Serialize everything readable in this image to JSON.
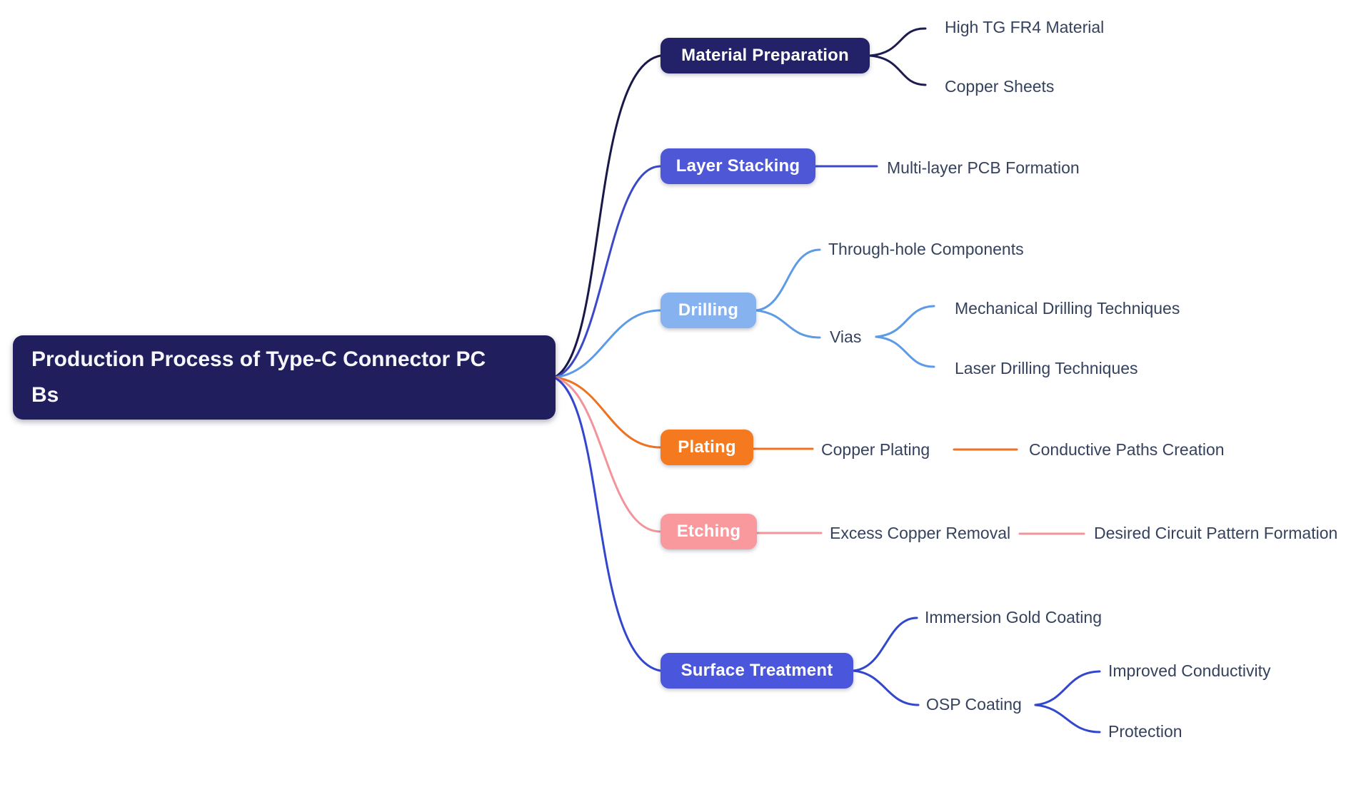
{
  "mindmap": {
    "root": {
      "line1": "Production Process of Type-C Connector PC",
      "line2": "Bs",
      "color": "#211e5e"
    },
    "branches": [
      {
        "label": "Material Preparation",
        "node_color": "#232268",
        "line_color": "#1d1c52",
        "children": [
          {
            "label": "High TG FR4 Material"
          },
          {
            "label": "Copper Sheets"
          }
        ]
      },
      {
        "label": "Layer Stacking",
        "node_color": "#4e58d6",
        "line_color": "#3b49c6",
        "children": [
          {
            "label": "Multi-layer PCB Formation"
          }
        ]
      },
      {
        "label": "Drilling",
        "node_color": "#87b2f0",
        "line_color": "#5d9be6",
        "children": [
          {
            "label": "Through-hole Components"
          },
          {
            "label": "Vias",
            "children": [
              {
                "label": "Mechanical Drilling Techniques"
              },
              {
                "label": "Laser Drilling Techniques"
              }
            ]
          }
        ]
      },
      {
        "label": "Plating",
        "node_color": "#f5791f",
        "line_color": "#ed7222",
        "children": [
          {
            "label": "Copper Plating",
            "children": [
              {
                "label": "Conductive Paths Creation"
              }
            ]
          }
        ]
      },
      {
        "label": "Etching",
        "node_color": "#f9999e",
        "line_color": "#f2949a",
        "children": [
          {
            "label": "Excess Copper Removal",
            "children": [
              {
                "label": "Desired Circuit Pattern Formation"
              }
            ]
          }
        ]
      },
      {
        "label": "Surface Treatment",
        "node_color": "#4a57dc",
        "line_color": "#3347cd",
        "children": [
          {
            "label": "Immersion Gold Coating"
          },
          {
            "label": "OSP Coating",
            "children": [
              {
                "label": "Improved Conductivity"
              },
              {
                "label": "Protection"
              }
            ]
          }
        ]
      }
    ],
    "palette": {
      "background": "#ffffff",
      "label_text": "#35425e",
      "node_text": "#ffffff",
      "root_edge": "#191848"
    }
  }
}
